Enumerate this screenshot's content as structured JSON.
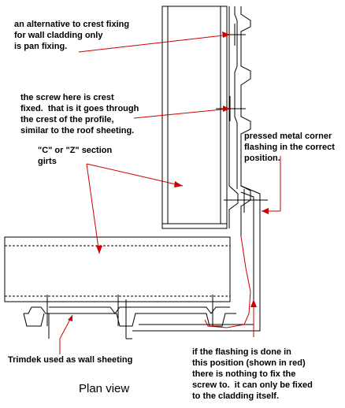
{
  "colors": {
    "line": "#000000",
    "leader": "#cc0000"
  },
  "notes": {
    "pan_fixing": "an alternative to crest fixing\nfor wall cladding only\nis pan fixing.",
    "crest_fixed": "the screw here is crest\nfixed.  that is it goes through\nthe crest of the profile,\nsimilar to the roof sheeting.",
    "girts": "\"C\" or \"Z\" section\ngirts",
    "corner_flashing": "pressed metal corner\nflashing in the correct\nposition.",
    "trimdek": "Trimdek used as wall sheeting",
    "flashing_red": "if the flashing is done in\nthis position (shown in red)\nthere is nothing to fix the\nscrew to.  it can only be fixed\nto the cladding itself."
  },
  "caption": "Plan view"
}
